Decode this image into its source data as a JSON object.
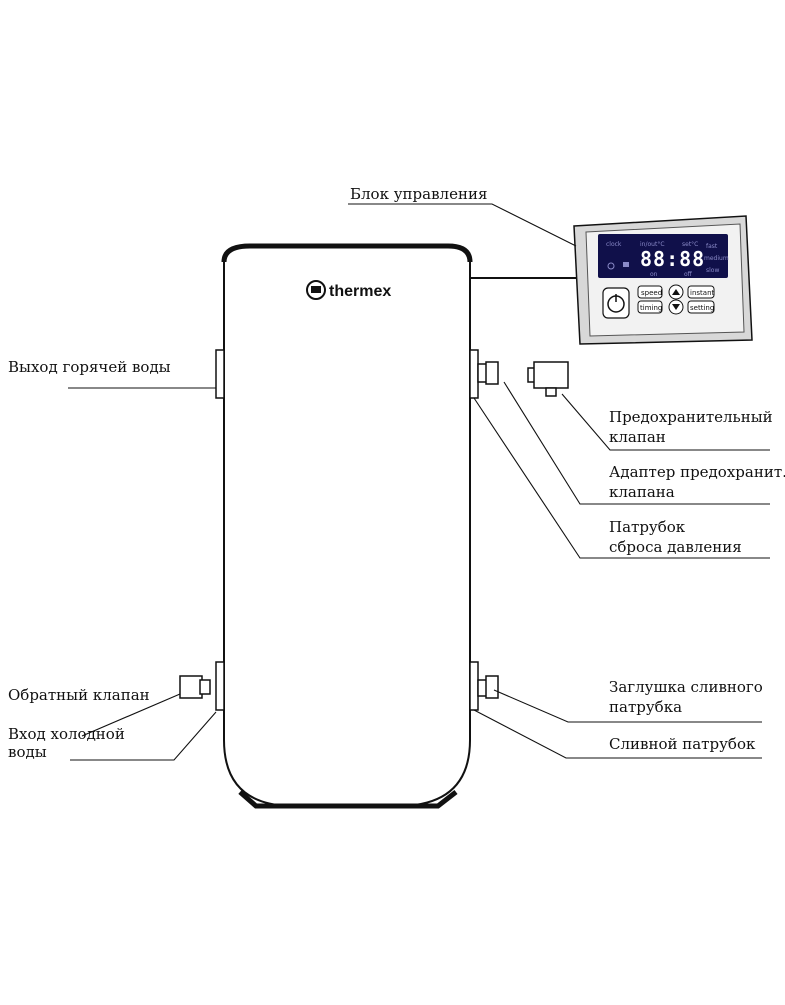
{
  "brand": {
    "name": "thermex",
    "icon": "thermex-logo-icon"
  },
  "labels": {
    "control_unit": "Блок управления",
    "hot_water_outlet": "Выход горячей воды",
    "safety_valve": [
      "Предохранительный",
      "клапан"
    ],
    "safety_valve_adapter": [
      "Адаптер предохранит.",
      "клапана"
    ],
    "pressure_relief_pipe": [
      "Патрубок",
      "сброса давления"
    ],
    "check_valve": "Обратный клапан",
    "cold_water_inlet": [
      "Вход холодной",
      "воды"
    ],
    "drain_plug": [
      "Заглушка сливного",
      "патрубка"
    ],
    "drain_pipe": "Сливной патрубок"
  },
  "control_panel": {
    "top_labels": {
      "clock": "clock",
      "in_out": "in/out°C",
      "set": "set°C",
      "fast": "fast",
      "medium": "medium",
      "slow": "slow"
    },
    "display": "88:88",
    "indicators": {
      "on": "on",
      "off": "off"
    },
    "buttons": {
      "speed": "speed",
      "instant": "instant",
      "timing": "timing",
      "setting": "setting"
    },
    "icons": [
      "power-icon",
      "arrow-up-icon",
      "arrow-down-icon",
      "clock-icon",
      "timer-icon"
    ]
  },
  "colors": {
    "outline": "#111111",
    "panel_screen": "#10104a",
    "panel_frame": "#d8d8d8"
  }
}
